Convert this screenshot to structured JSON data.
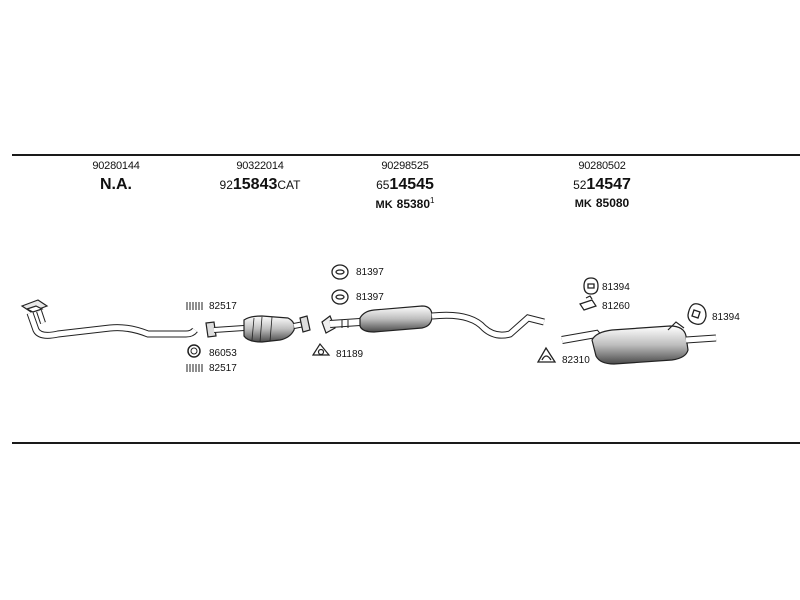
{
  "columns": [
    {
      "ref": "90280144",
      "main": "N.A."
    },
    {
      "ref": "90322014",
      "prefix": "92",
      "main": "15843",
      "suffix": "CAT"
    },
    {
      "ref": "90298525",
      "prefix": "65",
      "main": "14545",
      "mk_prefix": "MK",
      "mk": "85380",
      "mk_note": "1"
    },
    {
      "ref": "90280502",
      "prefix": "52",
      "main": "14547",
      "mk_prefix": "MK",
      "mk": "85080"
    }
  ],
  "parts": {
    "clamp_a": "82517",
    "ring": "86053",
    "clamp_b": "82517",
    "hanger_top": "81397",
    "hanger_mid": "81397",
    "gasket": "81189",
    "hanger_r1": "81394",
    "bracket": "81260",
    "clip": "82310",
    "hanger_r2": "81394"
  }
}
